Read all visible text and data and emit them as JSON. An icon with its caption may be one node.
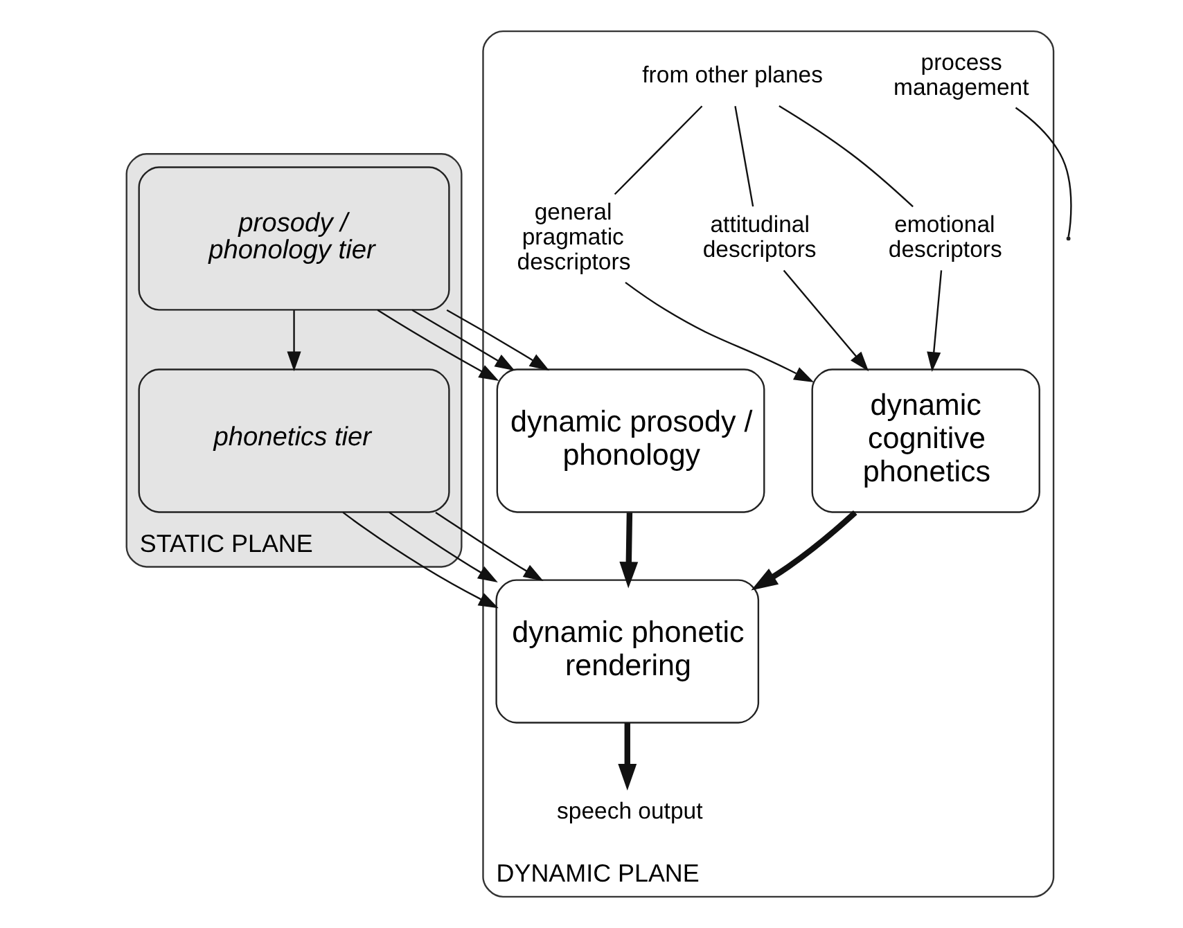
{
  "diagram": {
    "nodes": [
      {
        "text": [
          "STATIC PLANE"
        ]
      },
      {
        "text": [
          "prosody / phonology tier"
        ],
        "in": 0
      },
      {
        "text": [
          "phonetics tier"
        ],
        "in": 0
      },
      {
        "text": [
          "DYNAMIC PLANE"
        ]
      },
      {
        "text": [
          "dynamic prosody / phonology"
        ],
        "in": 3
      },
      {
        "text": [
          "dynamic cognitive phonetics"
        ],
        "in": 3
      },
      {
        "text": [
          "dynamic phonetic rendering"
        ],
        "in": 3
      },
      {
        "text": [
          "from other planes"
        ],
        "in": 3
      },
      {
        "text": [
          "general pragmatic descriptors"
        ],
        "in": 3
      },
      {
        "text": [
          "attitudinal descriptors"
        ],
        "in": 3
      },
      {
        "text": [
          "emotional descriptors"
        ],
        "in": 3
      },
      {
        "text": [
          "speech output"
        ],
        "in": 3
      },
      {
        "text": [
          "process management"
        ],
        "in": 3
      }
    ],
    "edges": [
      {
        "from": 1,
        "to": 4,
        "arrow": "to"
      },
      {
        "from": 1,
        "to": 4,
        "arrow": "to"
      },
      {
        "from": 1,
        "to": 4,
        "arrow": "to"
      },
      {
        "from": 1,
        "to": 2,
        "arrow": "to"
      },
      {
        "from": 2,
        "to": 6,
        "arrow": "to"
      },
      {
        "from": 2,
        "to": 6,
        "arrow": "to"
      },
      {
        "from": 2,
        "to": 6,
        "arrow": "to"
      },
      {
        "from": 4,
        "to": 6,
        "arrow": "to",
        "style": "thick"
      },
      {
        "from": 7,
        "to": 8,
        "arrow": "none"
      },
      {
        "from": 7,
        "to": 9,
        "arrow": "none"
      },
      {
        "from": 7,
        "to": 10,
        "arrow": "none"
      },
      {
        "from": 8,
        "to": 5,
        "arrow": "to"
      },
      {
        "from": 9,
        "to": 5,
        "arrow": "to"
      },
      {
        "from": 10,
        "to": 5,
        "arrow": "to"
      },
      {
        "from": 5,
        "to": 6,
        "arrow": "to",
        "style": "thick"
      },
      {
        "from": 12,
        "to": null,
        "arrow": "none"
      },
      {
        "from": 6,
        "to": 11,
        "arrow": "to",
        "style": "thick"
      }
    ]
  }
}
